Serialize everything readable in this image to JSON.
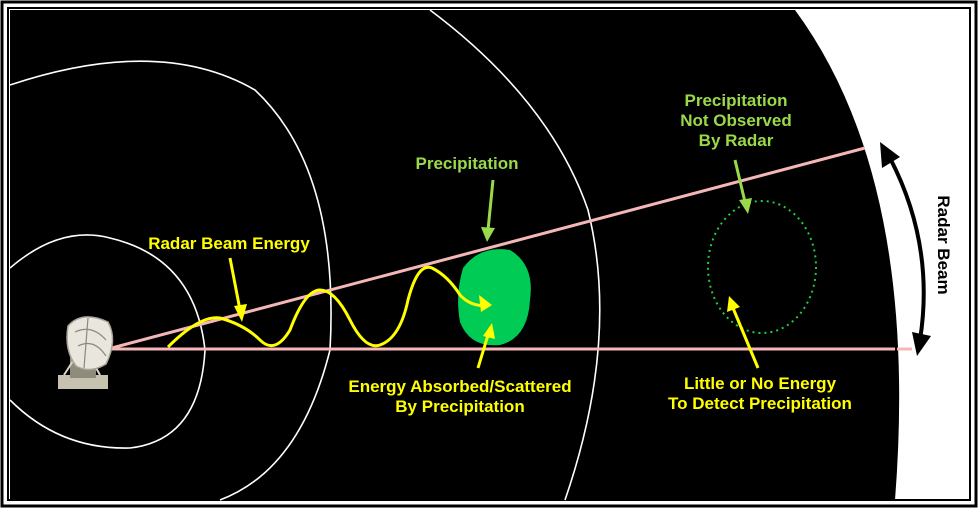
{
  "labels": {
    "precipitation": "Precipitation",
    "radar_beam_energy": "Radar Beam Energy",
    "not_observed_line1": "Precipitation",
    "not_observed_line2": "Not Observed",
    "not_observed_line3": "By Radar",
    "absorbed_line1": "Energy Absorbed/Scattered",
    "absorbed_line2": "By Precipitation",
    "little_energy_line1": "Little or No Energy",
    "little_energy_line2": "To Detect Precipitation",
    "radar_beam": "Radar Beam"
  },
  "colors": {
    "background": "#000000",
    "range_rings": "#ffffff",
    "beam_edges": "#f4b6b6",
    "energy_wave": "#ffff00",
    "precipitation_fill": "#00cc55",
    "green_label": "#9ad94a",
    "yellow_label": "#ffff00",
    "unobserved_outline": "#22cc44"
  },
  "icons": {
    "radar": "radar-dish-icon",
    "beam_arrow": "double-arrow-icon"
  }
}
